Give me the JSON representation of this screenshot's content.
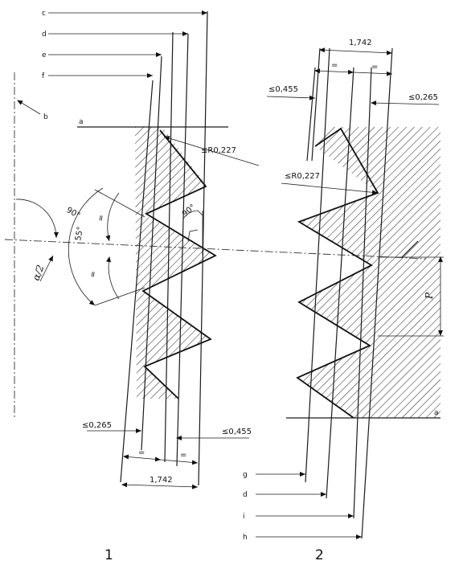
{
  "figure": {
    "part1_label": "1",
    "part2_label": "2",
    "ref_labels": {
      "a": "a",
      "b": "b",
      "c": "c",
      "d": "d",
      "e": "e",
      "f": "f",
      "g": "g",
      "h": "h",
      "i": "i"
    },
    "dimensions": {
      "width": "1,742",
      "tol_455": "≤0,455",
      "tol_265": "≤0,265",
      "radius": "≤R0,227",
      "equal": "=",
      "angle_55": "55°",
      "angle_90": "90°",
      "half_angle": "α/2",
      "pitch": "P"
    }
  }
}
